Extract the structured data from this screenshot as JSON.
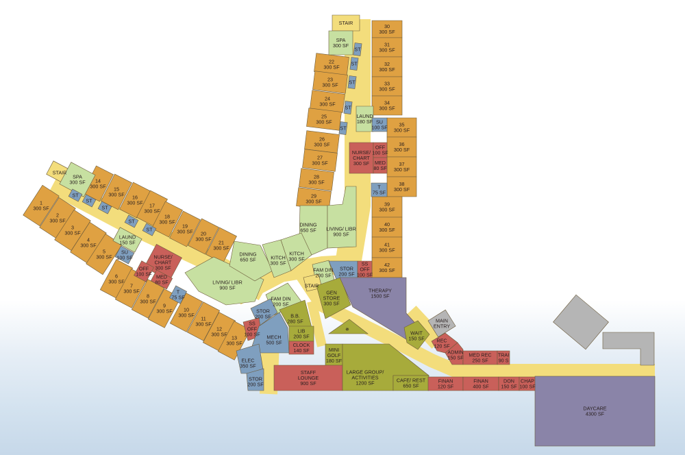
{
  "colors": {
    "resident_room": "#dfa142",
    "corridor": "#f3dd7c",
    "common": "#c7e0a1",
    "support": "#7f9fbf",
    "clinical_admin": "#c9605a",
    "activity": "#a7ab3b",
    "therapy": "#8a84a8",
    "existing": "#b5b5b5",
    "text": "#2a2020"
  },
  "rooms": [
    {
      "id": "r1",
      "type": "resident_room",
      "lines": [
        "1",
        "300 SF"
      ]
    },
    {
      "id": "r2",
      "type": "resident_room",
      "lines": [
        "2",
        "300 SF"
      ]
    },
    {
      "id": "r3",
      "type": "resident_room",
      "lines": [
        "3",
        "300 SF"
      ]
    },
    {
      "id": "r4",
      "type": "resident_room",
      "lines": [
        "4",
        "300 SF"
      ]
    },
    {
      "id": "r5",
      "type": "resident_room",
      "lines": [
        "5",
        "300 SF"
      ]
    },
    {
      "id": "r6",
      "type": "resident_room",
      "lines": [
        "6",
        "300 SF"
      ]
    },
    {
      "id": "r7",
      "type": "resident_room",
      "lines": [
        "7",
        "300 SF"
      ]
    },
    {
      "id": "r8",
      "type": "resident_room",
      "lines": [
        "8",
        "300 SF"
      ]
    },
    {
      "id": "r9",
      "type": "resident_room",
      "lines": [
        "9",
        "300 SF"
      ]
    },
    {
      "id": "r10",
      "type": "resident_room",
      "lines": [
        "10",
        "300 SF"
      ]
    },
    {
      "id": "r11",
      "type": "resident_room",
      "lines": [
        "11",
        "300 SF"
      ]
    },
    {
      "id": "r12",
      "type": "resident_room",
      "lines": [
        "12",
        "300 SF"
      ]
    },
    {
      "id": "r13",
      "type": "resident_room",
      "lines": [
        "13",
        "300 SF"
      ]
    },
    {
      "id": "r14",
      "type": "resident_room",
      "lines": [
        "14",
        "300 SF"
      ]
    },
    {
      "id": "r15",
      "type": "resident_room",
      "lines": [
        "15",
        "300 SF"
      ]
    },
    {
      "id": "r16",
      "type": "resident_room",
      "lines": [
        "16",
        "300 SF"
      ]
    },
    {
      "id": "r17",
      "type": "resident_room",
      "lines": [
        "17",
        "300 SF"
      ]
    },
    {
      "id": "r18",
      "type": "resident_room",
      "lines": [
        "18",
        "300 SF"
      ]
    },
    {
      "id": "r19",
      "type": "resident_room",
      "lines": [
        "19",
        "300 SF"
      ]
    },
    {
      "id": "r20",
      "type": "resident_room",
      "lines": [
        "20",
        "300 SF"
      ]
    },
    {
      "id": "r21",
      "type": "resident_room",
      "lines": [
        "21",
        "300 SF"
      ]
    },
    {
      "id": "r22",
      "type": "resident_room",
      "lines": [
        "22",
        "300 SF"
      ]
    },
    {
      "id": "r23",
      "type": "resident_room",
      "lines": [
        "23",
        "300 SF"
      ]
    },
    {
      "id": "r24",
      "type": "resident_room",
      "lines": [
        "24",
        "300 SF"
      ]
    },
    {
      "id": "r25",
      "type": "resident_room",
      "lines": [
        "25",
        "300 SF"
      ]
    },
    {
      "id": "r26",
      "type": "resident_room",
      "lines": [
        "26",
        "300 SF"
      ]
    },
    {
      "id": "r27",
      "type": "resident_room",
      "lines": [
        "27",
        "300 SF"
      ]
    },
    {
      "id": "r28",
      "type": "resident_room",
      "lines": [
        "28",
        "300 SF"
      ]
    },
    {
      "id": "r29",
      "type": "resident_room",
      "lines": [
        "29",
        "300 SF"
      ]
    },
    {
      "id": "r30",
      "type": "resident_room",
      "lines": [
        "30",
        "300 SF"
      ]
    },
    {
      "id": "r31",
      "type": "resident_room",
      "lines": [
        "31",
        "300 SF"
      ]
    },
    {
      "id": "r32",
      "type": "resident_room",
      "lines": [
        "32",
        "300 SF"
      ]
    },
    {
      "id": "r33",
      "type": "resident_room",
      "lines": [
        "33",
        "300 SF"
      ]
    },
    {
      "id": "r34",
      "type": "resident_room",
      "lines": [
        "34",
        "300 SF"
      ]
    },
    {
      "id": "r35",
      "type": "resident_room",
      "lines": [
        "35",
        "300 SF"
      ]
    },
    {
      "id": "r36",
      "type": "resident_room",
      "lines": [
        "36",
        "300 SF"
      ]
    },
    {
      "id": "r37",
      "type": "resident_room",
      "lines": [
        "37",
        "300 SF"
      ]
    },
    {
      "id": "r38",
      "type": "resident_room",
      "lines": [
        "38",
        "300 SF"
      ]
    },
    {
      "id": "r39",
      "type": "resident_room",
      "lines": [
        "39",
        "300 SF"
      ]
    },
    {
      "id": "r40",
      "type": "resident_room",
      "lines": [
        "40",
        "300 SF"
      ]
    },
    {
      "id": "r41",
      "type": "resident_room",
      "lines": [
        "41",
        "300 SF"
      ]
    },
    {
      "id": "r42",
      "type": "resident_room",
      "lines": [
        "42",
        "300 SF"
      ]
    },
    {
      "id": "w_stair",
      "type": "corridor",
      "lines": [
        "STAIR"
      ]
    },
    {
      "id": "w_spa",
      "type": "common",
      "lines": [
        "SPA",
        "300 SF"
      ]
    },
    {
      "id": "w_st1",
      "type": "support",
      "lines": [
        "ST"
      ]
    },
    {
      "id": "w_st2",
      "type": "support",
      "lines": [
        "ST"
      ]
    },
    {
      "id": "w_st3",
      "type": "support",
      "lines": [
        "ST"
      ]
    },
    {
      "id": "w_st4",
      "type": "support",
      "lines": [
        "ST"
      ]
    },
    {
      "id": "w_st5",
      "type": "support",
      "lines": [
        "ST"
      ]
    },
    {
      "id": "w_laund",
      "type": "common",
      "lines": [
        "LAUND",
        "150 SF"
      ]
    },
    {
      "id": "w_su",
      "type": "support",
      "lines": [
        "SU",
        "100 SF"
      ]
    },
    {
      "id": "w_nurse",
      "type": "clinical_admin",
      "lines": [
        "NURSE/",
        "CHART",
        "300 SF"
      ]
    },
    {
      "id": "w_off",
      "type": "clinical_admin",
      "lines": [
        "OFF",
        "100 SF"
      ]
    },
    {
      "id": "w_med",
      "type": "clinical_admin",
      "lines": [
        "MED",
        "80 SF"
      ]
    },
    {
      "id": "w_t",
      "type": "support",
      "lines": [
        "T",
        "75 SF"
      ]
    },
    {
      "id": "w_living",
      "type": "common",
      "lines": [
        "LIVING/ LIBR",
        "900 SF"
      ]
    },
    {
      "id": "w_dining",
      "type": "common",
      "lines": [
        "DINING",
        "650 SF"
      ]
    },
    {
      "id": "n_stair",
      "type": "corridor",
      "lines": [
        "STAIR"
      ]
    },
    {
      "id": "n_spa",
      "type": "common",
      "lines": [
        "SPA",
        "300 SF"
      ]
    },
    {
      "id": "n_st1",
      "type": "support",
      "lines": [
        "ST"
      ]
    },
    {
      "id": "n_st2",
      "type": "support",
      "lines": [
        "ST"
      ]
    },
    {
      "id": "n_st3",
      "type": "support",
      "lines": [
        "ST"
      ]
    },
    {
      "id": "n_st4",
      "type": "support",
      "lines": [
        "ST"
      ]
    },
    {
      "id": "n_st5",
      "type": "support",
      "lines": [
        "ST"
      ]
    },
    {
      "id": "n_laund",
      "type": "common",
      "lines": [
        "LAUND",
        "180 SF"
      ]
    },
    {
      "id": "n_su",
      "type": "support",
      "lines": [
        "SU",
        "100 SF"
      ]
    },
    {
      "id": "n_nurse",
      "type": "clinical_admin",
      "lines": [
        "NURSE/",
        "CHART",
        "300 SF"
      ]
    },
    {
      "id": "n_off",
      "type": "clinical_admin",
      "lines": [
        "OFF",
        "100 SF"
      ]
    },
    {
      "id": "n_med",
      "type": "clinical_admin",
      "lines": [
        "MED",
        "80 SF"
      ]
    },
    {
      "id": "n_t",
      "type": "support",
      "lines": [
        "T",
        "75 SF"
      ]
    },
    {
      "id": "n_dining",
      "type": "common",
      "lines": [
        "DINING",
        "650 SF"
      ]
    },
    {
      "id": "n_living",
      "type": "common",
      "lines": [
        "LIVING/ LIBR",
        "900 SF"
      ]
    },
    {
      "id": "kitch1",
      "type": "common",
      "lines": [
        "KITCH",
        "300 SF"
      ]
    },
    {
      "id": "kitch2",
      "type": "common",
      "lines": [
        "KITCH",
        "300 SF"
      ]
    },
    {
      "id": "famdin1",
      "type": "common",
      "lines": [
        "FAM DIN",
        "200 SF"
      ]
    },
    {
      "id": "stor1",
      "type": "support",
      "lines": [
        "STOR",
        "200 SF"
      ]
    },
    {
      "id": "ssoff1",
      "type": "clinical_admin",
      "lines": [
        "SS",
        "OFF",
        "100 SF"
      ]
    },
    {
      "id": "stair_c",
      "type": "corridor",
      "lines": [
        "STAIR"
      ]
    },
    {
      "id": "genstore",
      "type": "activity",
      "lines": [
        "GEN",
        "STORE",
        "300 SF"
      ]
    },
    {
      "id": "therapy",
      "type": "therapy",
      "lines": [
        "THERAPY",
        "1500 SF"
      ]
    },
    {
      "id": "famdin2",
      "type": "common",
      "lines": [
        "FAM DIN",
        "200 SF"
      ]
    },
    {
      "id": "stor2",
      "type": "support",
      "lines": [
        "STOR",
        "200 SF"
      ]
    },
    {
      "id": "ssoff2",
      "type": "clinical_admin",
      "lines": [
        "SS",
        "OFF",
        "100 SF"
      ]
    },
    {
      "id": "bb",
      "type": "activity",
      "lines": [
        "B.B.",
        "280 SF"
      ]
    },
    {
      "id": "mech",
      "type": "support",
      "lines": [
        "MECH",
        "500 SF"
      ]
    },
    {
      "id": "lib",
      "type": "activity",
      "lines": [
        "LIB",
        "200 SF"
      ]
    },
    {
      "id": "clock",
      "type": "clinical_admin",
      "lines": [
        "CLOCK",
        "140 SF"
      ]
    },
    {
      "id": "elec",
      "type": "support",
      "lines": [
        "ELEC",
        "350 SF"
      ]
    },
    {
      "id": "stor3",
      "type": "support",
      "lines": [
        "STOR",
        "200 SF"
      ]
    },
    {
      "id": "courtyard",
      "type": "activity",
      "lines": []
    },
    {
      "id": "minigolf",
      "type": "activity",
      "lines": [
        "MINI",
        "GOLF",
        "180 SF"
      ]
    },
    {
      "id": "staff",
      "type": "clinical_admin",
      "lines": [
        "STAFF",
        "LOUNGE",
        "900 SF"
      ]
    },
    {
      "id": "largegroup",
      "type": "activity",
      "lines": [
        "LARGE GROUP/",
        "ACTIVITIES",
        "1200 SF"
      ]
    },
    {
      "id": "cafe",
      "type": "activity",
      "lines": [
        "CAFE/ REST",
        "650 SF"
      ]
    },
    {
      "id": "wait",
      "type": "activity",
      "lines": [
        "WAIT",
        "150 SF"
      ]
    },
    {
      "id": "mainentry",
      "type": "existing",
      "lines": [
        "MAIN",
        "ENTRY"
      ]
    },
    {
      "id": "rec",
      "type": "clinical_admin",
      "lines": [
        "REC",
        "120 SF"
      ]
    },
    {
      "id": "admin",
      "type": "clinical_admin",
      "lines": [
        "ADMIN",
        "150 SF"
      ]
    },
    {
      "id": "medrec",
      "type": "clinical_admin",
      "lines": [
        "MED REC",
        "250 SF"
      ]
    },
    {
      "id": "trai",
      "type": "clinical_admin",
      "lines": [
        "TRAI",
        "90 S"
      ]
    },
    {
      "id": "finan1",
      "type": "clinical_admin",
      "lines": [
        "FINAN",
        "120 SF"
      ]
    },
    {
      "id": "finan2",
      "type": "clinical_admin",
      "lines": [
        "FINAN",
        "400 SF"
      ]
    },
    {
      "id": "don",
      "type": "clinical_admin",
      "lines": [
        "DON",
        "150 SF"
      ]
    },
    {
      "id": "chap",
      "type": "clinical_admin",
      "lines": [
        "CHAP",
        "100 SF"
      ]
    },
    {
      "id": "daycare",
      "type": "therapy",
      "lines": [
        "DAYCARE",
        "4300 SF"
      ]
    },
    {
      "id": "existing1",
      "type": "existing",
      "lines": []
    },
    {
      "id": "existing2",
      "type": "existing",
      "lines": []
    }
  ]
}
